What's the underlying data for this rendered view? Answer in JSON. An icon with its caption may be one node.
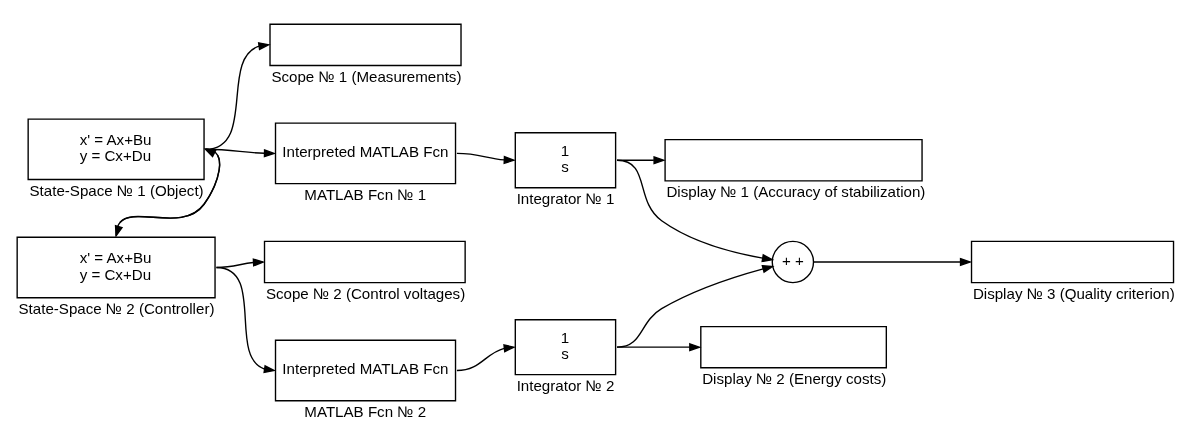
{
  "diagram": {
    "nodes": [
      {
        "text": [],
        "shape": "box",
        "beside": [
          "Scope № 2 (Control voltages)"
        ]
      },
      {
        "text": [
          "x' = Ax+Bu",
          "y = Cx+Du"
        ],
        "beside": [
          "State-Space № 1 (Object)"
        ]
      },
      {
        "text": [],
        "shape": "box",
        "beside": [
          "Scope № 1 (Measurements)"
        ]
      },
      {
        "text": [
          "x' = Ax+Bu",
          "y = Cx+Du"
        ],
        "beside": [
          "State-Space № 2 (Controller)"
        ]
      },
      {
        "text": [
          "Interpreted MATLAB Fcn"
        ],
        "beside": [
          "MATLAB Fcn № 1"
        ]
      },
      {
        "text": [
          "1",
          "s"
        ],
        "beside": [
          "Integrator № 1"
        ]
      },
      {
        "text": [],
        "shape": "box",
        "beside": [
          "Display № 1 (Accuracy of stabilization)"
        ]
      },
      {
        "text": [
          "Interpreted MATLAB Fcn"
        ],
        "beside": [
          "MATLAB Fcn № 2"
        ]
      },
      {
        "text": [
          "1",
          "s"
        ],
        "beside": [
          "Integrator № 2"
        ]
      },
      {
        "text": [],
        "shape": "box",
        "beside": [
          "Display № 2 (Energy costs)"
        ]
      },
      {
        "text": [
          "+ +"
        ]
      },
      {
        "text": [],
        "shape": "box",
        "beside": [
          "Display № 3 (Quality criterion)"
        ]
      }
    ],
    "edges": [
      {
        "from": 1,
        "to": 2,
        "arrow": "to"
      },
      {
        "from": 1,
        "to": 3,
        "arrow": "to"
      },
      {
        "from": 1,
        "to": 4,
        "arrow": "to"
      },
      {
        "from": 3,
        "to": 0,
        "arrow": "to"
      },
      {
        "from": 3,
        "to": 1,
        "arrow": "to"
      },
      {
        "from": 3,
        "to": 7,
        "arrow": "to"
      },
      {
        "from": 4,
        "to": 5,
        "arrow": "to"
      },
      {
        "from": 5,
        "to": 6,
        "arrow": "to"
      },
      {
        "from": 5,
        "to": 10,
        "arrow": "to"
      },
      {
        "from": 7,
        "to": 8,
        "arrow": "to"
      },
      {
        "from": 8,
        "to": 9,
        "arrow": "to"
      },
      {
        "from": 8,
        "to": 10,
        "arrow": "to"
      },
      {
        "from": 10,
        "to": 11,
        "arrow": "to"
      }
    ]
  }
}
